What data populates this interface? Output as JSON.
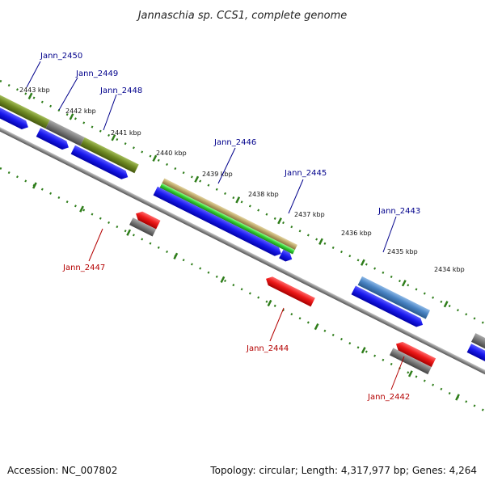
{
  "title": "Jannaschia sp. CCS1, complete genome",
  "footer": {
    "accession": "Accession: NC_007802",
    "summary": "Topology: circular; Length: 4,317,977 bp; Genes: 4,264"
  },
  "colors": {
    "background": "#ffffff",
    "backbone": "#8a8a8a",
    "tick": "#2e7d1a",
    "forward_label": "#00008b",
    "reverse_label": "#b40000",
    "cds_blue": "#1a1aee",
    "gene_red": "#ee1a1a",
    "gene_gray": "#7a7a7a",
    "gene_olive": "#6f8a23",
    "gene_tan": "#bda86a",
    "gene_green": "#33cc33",
    "gene_steel": "#4a84c4"
  },
  "kbp_labels": [
    "2443 kbp",
    "2442 kbp",
    "2441 kbp",
    "2440 kbp",
    "2439 kbp",
    "2438 kbp",
    "2437 kbp",
    "2436 kbp",
    "2435 kbp",
    "2434 kbp"
  ],
  "forward_genes": [
    "Jann_2450",
    "Jann_2449",
    "Jann_2448",
    "Jann_2446",
    "Jann_2445",
    "Jann_2443"
  ],
  "reverse_genes": [
    "Jann_2447",
    "Jann_2444",
    "Jann_2442"
  ]
}
